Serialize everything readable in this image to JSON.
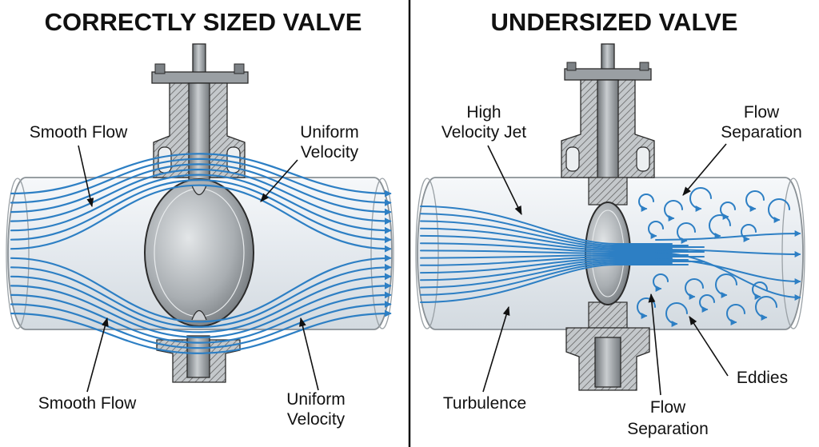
{
  "left_panel": {
    "title": "CORRECTLY SIZED VALVE",
    "labels": {
      "smooth_flow_top": "Smooth Flow",
      "uniform_velocity_top": [
        "Uniform",
        "Velocity"
      ],
      "smooth_flow_bottom": "Smooth Flow",
      "uniform_velocity_bottom": [
        "Uniform",
        "Velocity"
      ]
    }
  },
  "right_panel": {
    "title": "UNDERSIZED VALVE",
    "labels": {
      "high_velocity_jet": [
        "High",
        "Velocity Jet"
      ],
      "flow_separation_top": [
        "Flow",
        "Separation"
      ],
      "turbulence": "Turbulence",
      "flow_separation_bottom": [
        "Flow",
        "Separation"
      ],
      "eddies": "Eddies"
    }
  },
  "colors": {
    "flow": "#2d7fc4",
    "pipe": "#e9eef2",
    "metal": "#8f9498",
    "outline": "#2b2b2b"
  }
}
